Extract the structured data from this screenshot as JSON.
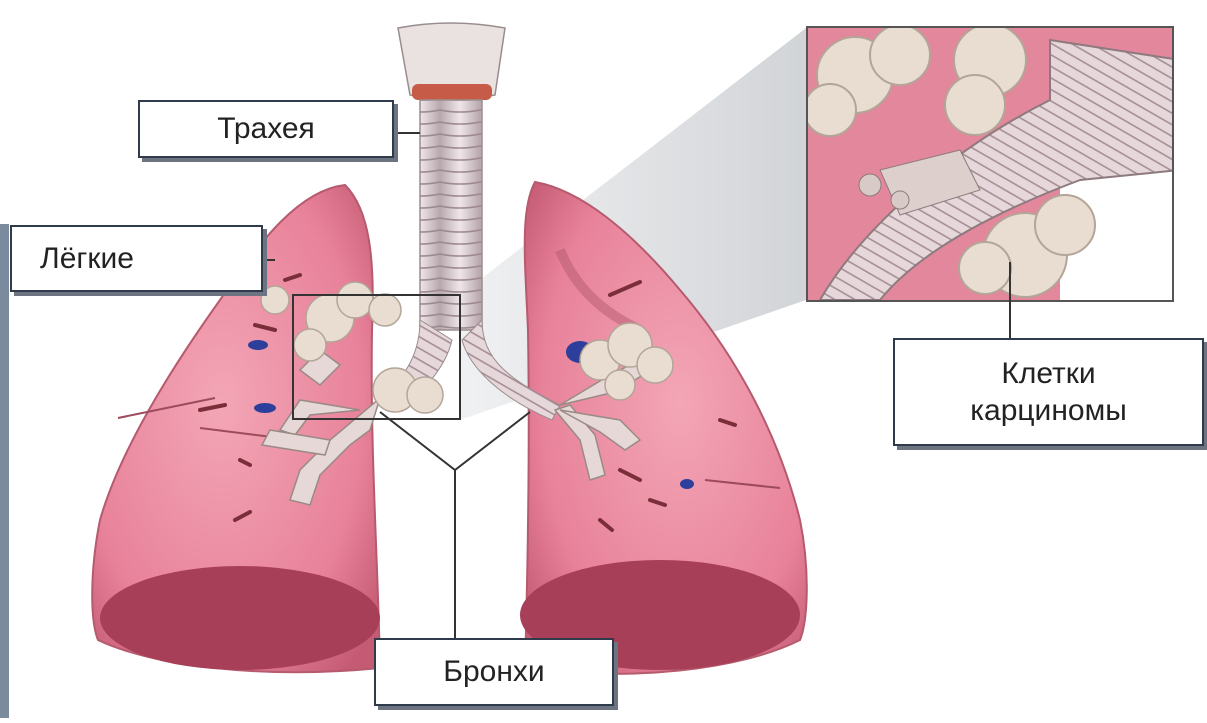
{
  "labels": {
    "trachea": "Трахея",
    "lungs": "Лёгкие",
    "carcinoma_line1": "Клетки",
    "carcinoma_line2": "карциномы",
    "bronchi": "Бронхи"
  },
  "colors": {
    "lung_pink": "#e8829a",
    "lung_dark": "#b84f66",
    "trachea_gray": "#d8c9cc",
    "tumor_cream": "#e8ddd0",
    "label_border": "#2f3a4a",
    "vessel_blue": "#2d3f9a"
  }
}
